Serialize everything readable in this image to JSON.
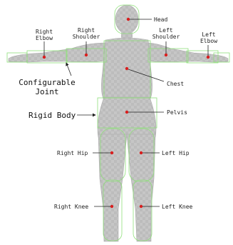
{
  "labels": {
    "head": "Head",
    "right_elbow_1": "Right",
    "right_elbow_2": "Elbow",
    "right_shoulder_1": "Right",
    "right_shoulder_2": "Shoulder",
    "left_shoulder_1": "Left",
    "left_shoulder_2": "Shoulder",
    "left_elbow_1": "Left",
    "left_elbow_2": "Elbow",
    "chest": "Chest",
    "configurable_joint_1": "Configurable",
    "configurable_joint_2": "Joint",
    "rigid_body": "Rigid Body",
    "pelvis": "Pelvis",
    "right_hip": "Right Hip",
    "left_hip": "Left Hip",
    "right_knee": "Right Knee",
    "left_knee": "Left Knee"
  },
  "colors": {
    "joint_marker": "#d81e1e",
    "collider_outline": "#8fe07a",
    "body": "#c2c2c2",
    "label_text": "#222222"
  }
}
